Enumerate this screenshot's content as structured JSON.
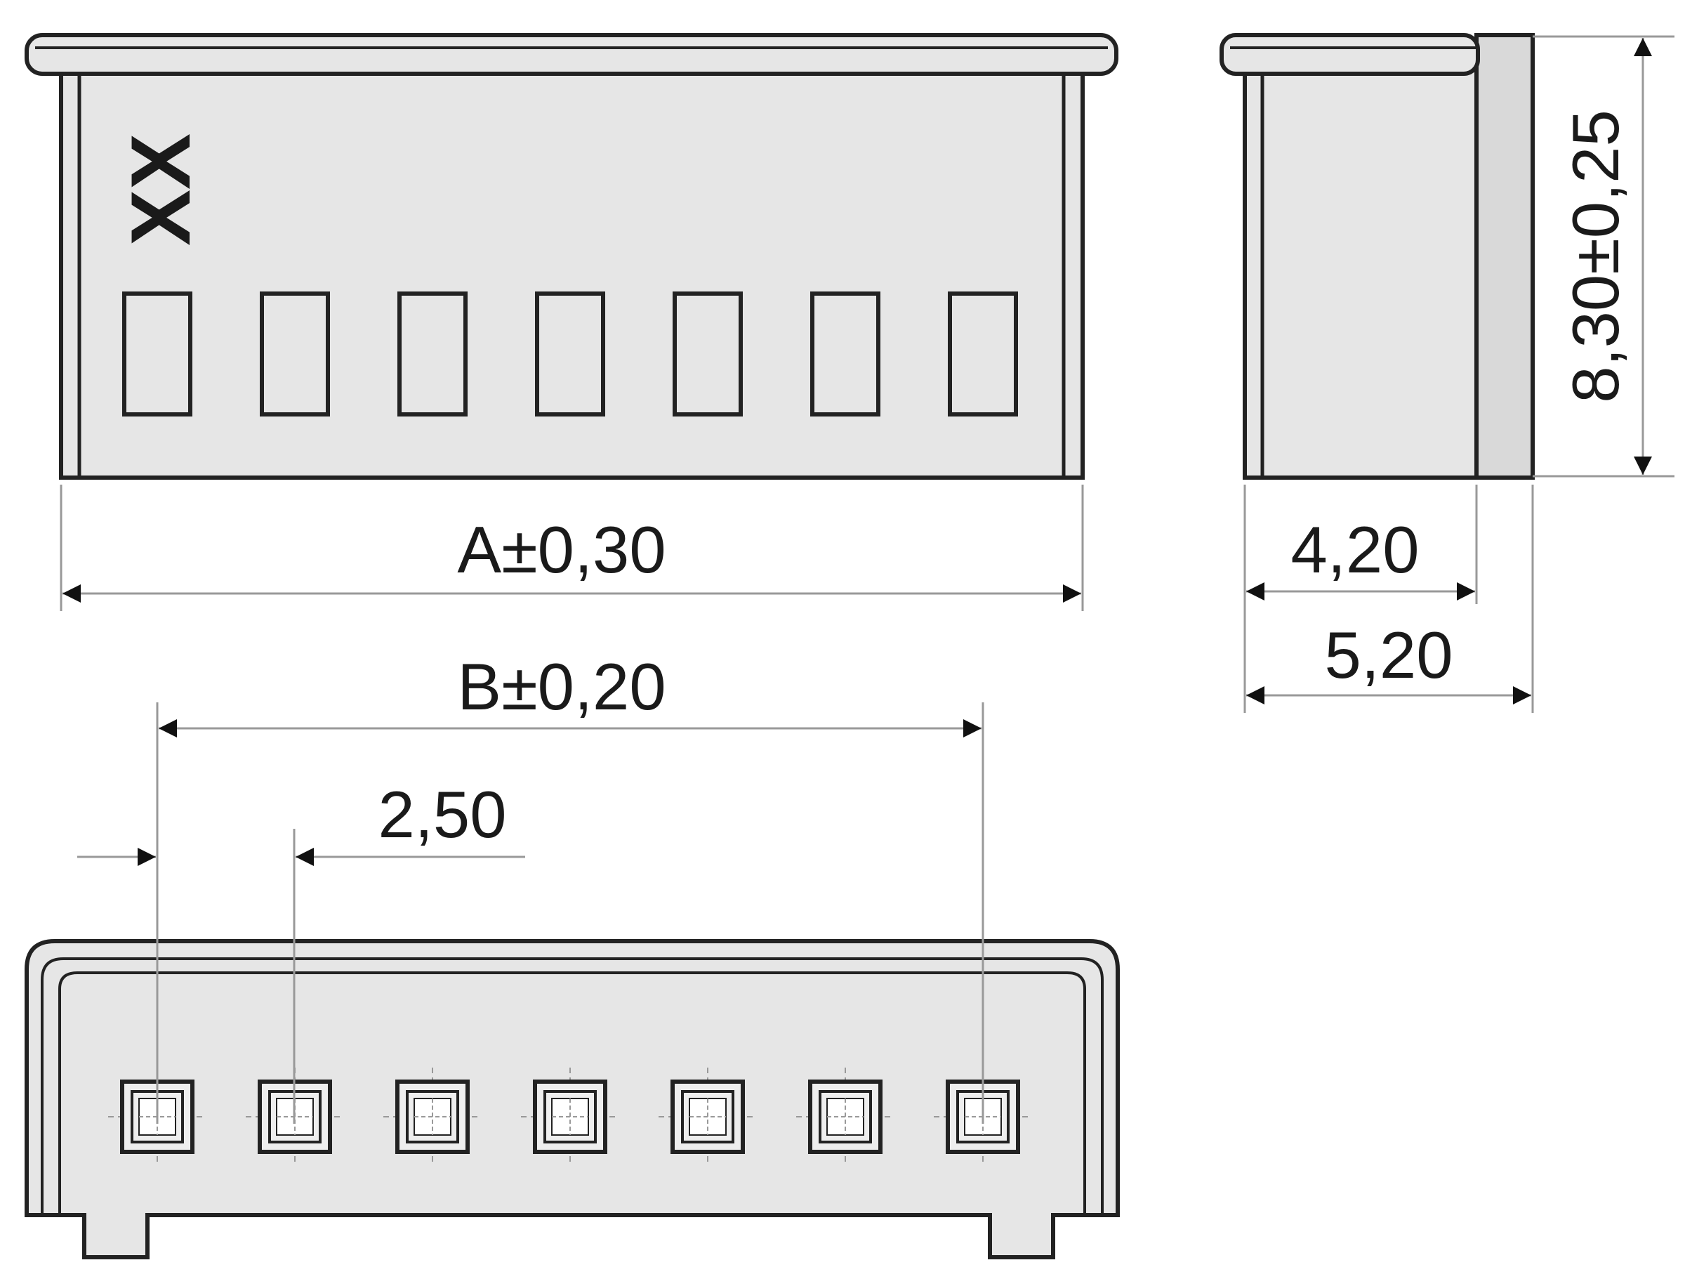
{
  "colors": {
    "body_fill": "#e6e6e6",
    "side_fill": "#d9d9d9",
    "outline": "#222222",
    "dimension_line": "#999999",
    "arrow": "#111111",
    "text": "#1a1a1a",
    "background": "#ffffff"
  },
  "marking": "XX",
  "dimensions": {
    "length_a": "A±0,30",
    "pitch_span_b": "B±0,20",
    "pitch": "2,50",
    "height": "8,30±0,25",
    "inner_depth": "4,20",
    "outer_depth": "5,20"
  },
  "contacts": {
    "count": 7
  }
}
